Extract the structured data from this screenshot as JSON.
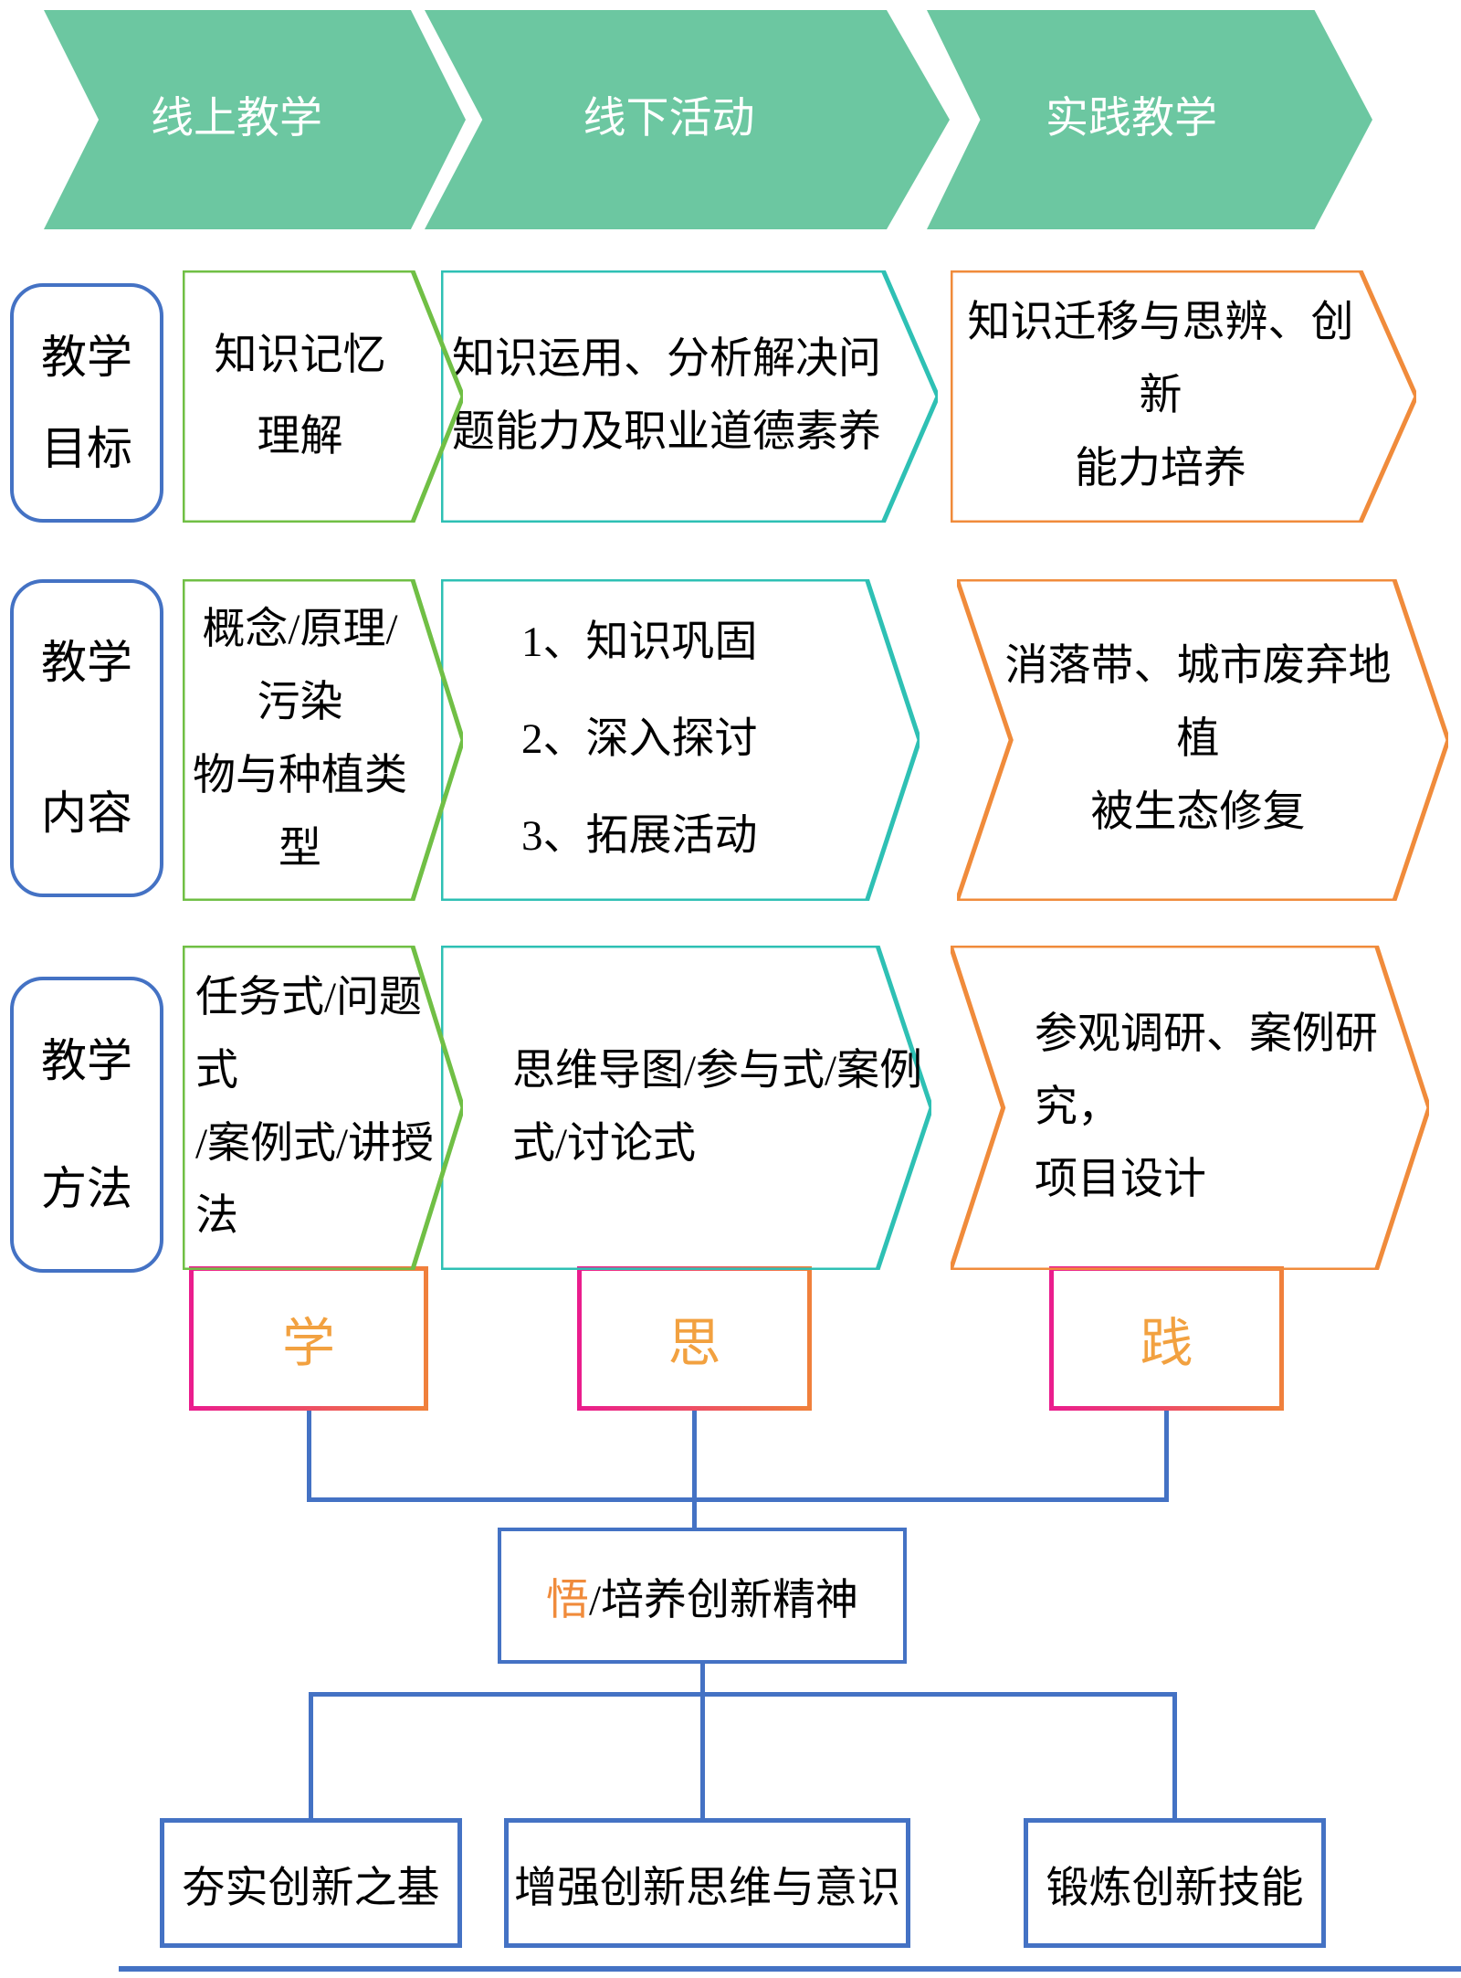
{
  "top_banners": [
    {
      "label": "线上教学"
    },
    {
      "label": "线下活动"
    },
    {
      "label": "实践教学"
    }
  ],
  "row_labels": [
    {
      "label": "教学\n目标"
    },
    {
      "label": "教学\n内容"
    },
    {
      "label": "教学\n方法"
    }
  ],
  "objectives": {
    "online": "知识记忆\n理解",
    "offline": "知识运用、分析解决问\n题能力及职业道德素养",
    "practice": "知识迁移与思辨、创新\n能力培养"
  },
  "content": {
    "online": "概念/原理/污染\n物与种植类型",
    "offline": "1、知识巩固\n2、深入探讨\n3、拓展活动",
    "practice": "消落带、城市废弃地植\n被生态修复"
  },
  "methods": {
    "online": "任务式/问题式\n/案例式/讲授法",
    "offline": "思维导图/参与式/案例\n式/讨论式",
    "practice": "参观调研、案例研究，\n项目设计"
  },
  "keywords": [
    {
      "label": "学"
    },
    {
      "label": "思"
    },
    {
      "label": "践"
    }
  ],
  "synthesis": {
    "highlight": "悟",
    "rest": "/培养创新精神"
  },
  "outcomes": [
    {
      "label": "夯实创新之基"
    },
    {
      "label": "增强创新思维与意识"
    },
    {
      "label": "锻炼创新技能"
    }
  ],
  "colors": {
    "banner_fill": "#6cc7a1",
    "online_stroke": "#70bf45",
    "offline_stroke": "#2ec0b4",
    "practice_stroke": "#f08b3b",
    "connector_blue": "#4472c4",
    "keyword_pink": "#ea1d8d",
    "keyword_text_orange": "#f2a140"
  }
}
